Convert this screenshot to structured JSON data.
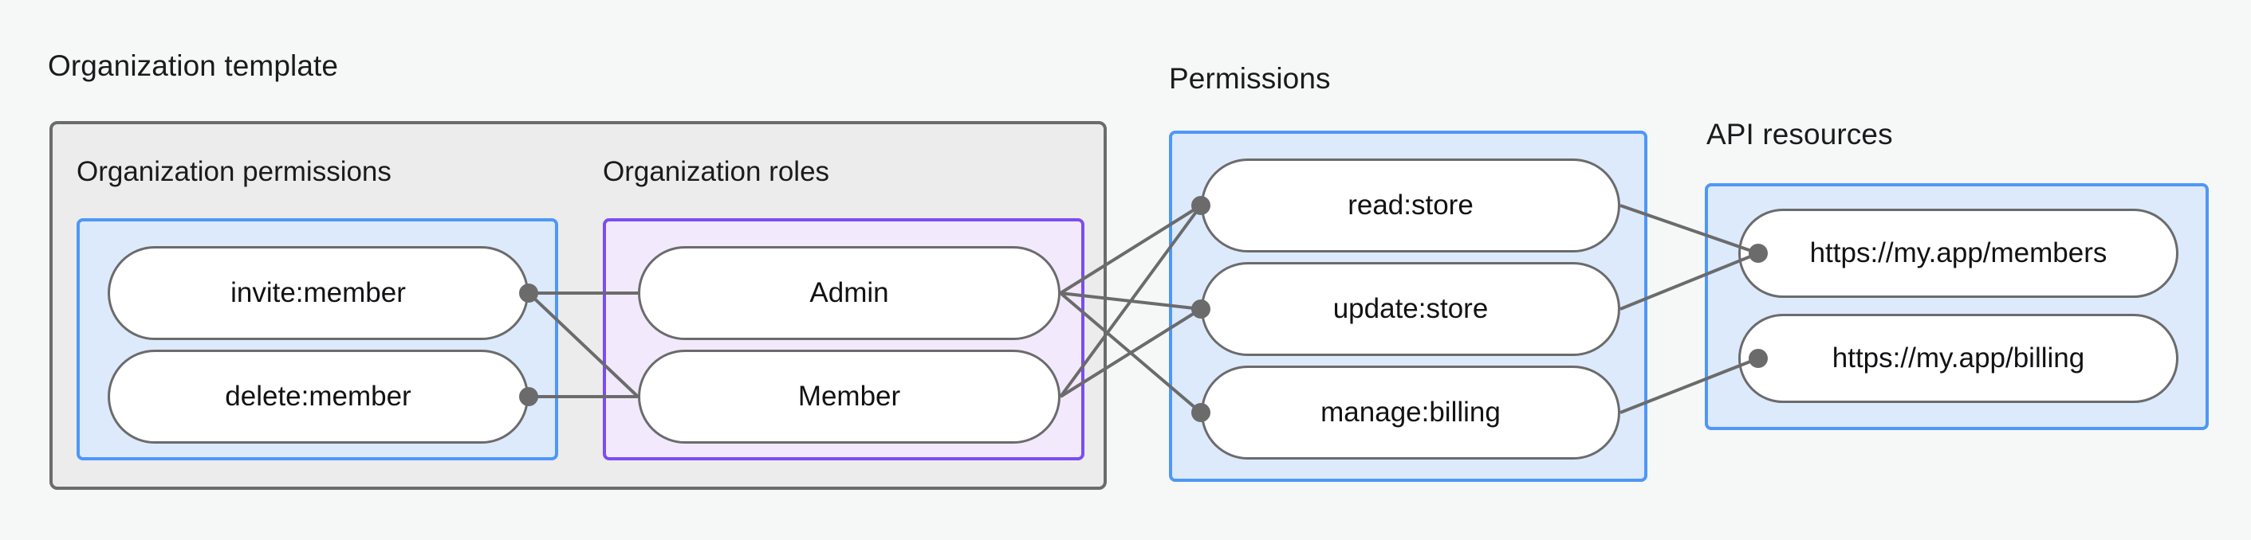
{
  "diagram": {
    "title_groups": [
      {
        "id": "organization-template",
        "label": "Organization template"
      },
      {
        "id": "permissions",
        "label": "Permissions"
      },
      {
        "id": "api-resources",
        "label": "API resources"
      }
    ],
    "subgroups": [
      {
        "id": "organization-permissions",
        "label": "Organization permissions"
      },
      {
        "id": "organization-roles",
        "label": "Organization roles"
      }
    ],
    "organization_permissions": [
      {
        "id": "invite-member",
        "label": "invite:member"
      },
      {
        "id": "delete-member",
        "label": "delete:member"
      }
    ],
    "organization_roles": [
      {
        "id": "admin",
        "label": "Admin"
      },
      {
        "id": "member",
        "label": "Member"
      }
    ],
    "permissions": [
      {
        "id": "read-store",
        "label": "read:store"
      },
      {
        "id": "update-store",
        "label": "update:store"
      },
      {
        "id": "manage-billing",
        "label": "manage:billing"
      }
    ],
    "api_resources": [
      {
        "id": "members-endpoint",
        "label": "https://my.app/members"
      },
      {
        "id": "billing-endpoint",
        "label": "https://my.app/billing"
      }
    ],
    "edges": [
      {
        "from": "invite-member",
        "to": "admin"
      },
      {
        "from": "invite-member",
        "to": "member"
      },
      {
        "from": "delete-member",
        "to": "member"
      },
      {
        "from": "admin",
        "to": "read-store"
      },
      {
        "from": "admin",
        "to": "update-store"
      },
      {
        "from": "admin",
        "to": "manage-billing"
      },
      {
        "from": "member",
        "to": "read-store"
      },
      {
        "from": "member",
        "to": "update-store"
      },
      {
        "from": "read-store",
        "to": "members-endpoint"
      },
      {
        "from": "update-store",
        "to": "members-endpoint"
      },
      {
        "from": "manage-billing",
        "to": "billing-endpoint"
      }
    ],
    "colors": {
      "page_background": "#f6f8f7",
      "outer_container_fill": "#ececec",
      "outer_container_border": "#6b6b6b",
      "blue_group_fill": "#dceafc",
      "blue_group_border": "#4f97f7",
      "purple_group_fill": "#f2e9fc",
      "purple_group_border": "#7b4df2",
      "node_fill": "#ffffff",
      "node_border": "#6b6b6b",
      "edge_stroke": "#6b6b6b",
      "text": "#1b1b1d"
    }
  }
}
